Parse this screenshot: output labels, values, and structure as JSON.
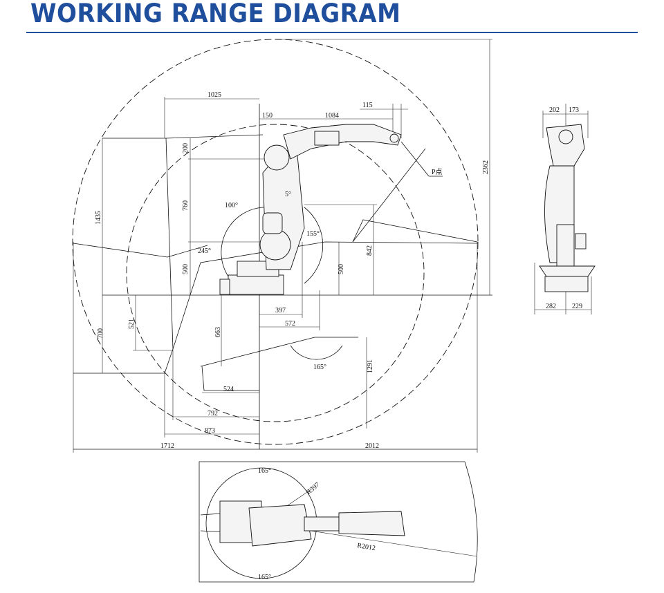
{
  "title": "WORKING RANGE DIAGRAM",
  "side_view": {
    "dimensions": [
      "1025",
      "150",
      "1084",
      "115",
      "200",
      "760",
      "1435",
      "500",
      "500",
      "842",
      "2362",
      "397",
      "572",
      "663",
      "521",
      "700",
      "1291",
      "524",
      "792",
      "873",
      "1712",
      "2012"
    ],
    "angles": [
      "5°",
      "100°",
      "155°",
      "245°",
      "165°"
    ],
    "point_label": "P点"
  },
  "front_view": {
    "dimensions": [
      "202",
      "173",
      "282",
      "229"
    ]
  },
  "top_view": {
    "angles": [
      "165°",
      "165°"
    ],
    "radii": [
      "R397",
      "R2012"
    ]
  },
  "colors": {
    "title": "#1f4e9c"
  }
}
